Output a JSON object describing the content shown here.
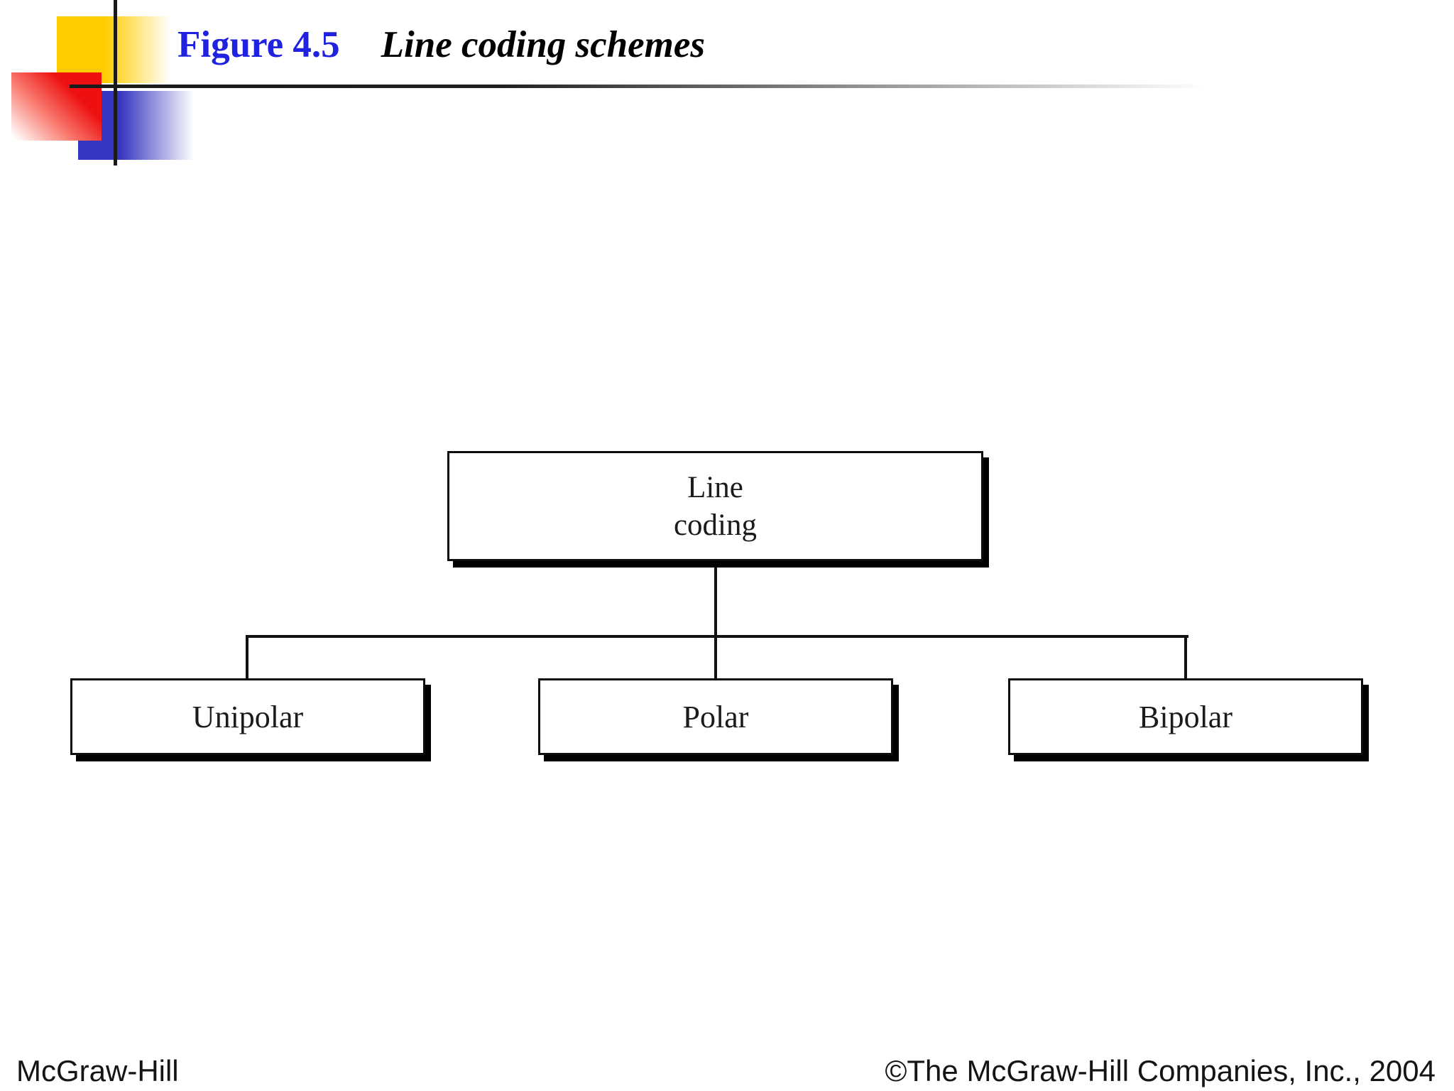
{
  "header": {
    "figure_label": "Figure 4.5",
    "figure_title": "Line coding schemes"
  },
  "diagram": {
    "root": {
      "line1": "Line",
      "line2": "coding"
    },
    "children": [
      {
        "label": "Unipolar"
      },
      {
        "label": "Polar"
      },
      {
        "label": "Bipolar"
      }
    ]
  },
  "footer": {
    "left": "McGraw-Hill",
    "right": "©The McGraw-Hill Companies, Inc., 2004"
  },
  "colors": {
    "figure_label_blue": "#2121e0",
    "logo_yellow": "#ffcc00",
    "logo_red": "#ee1010",
    "logo_blue": "#3535c0",
    "rule_black": "#1a1a1a"
  }
}
